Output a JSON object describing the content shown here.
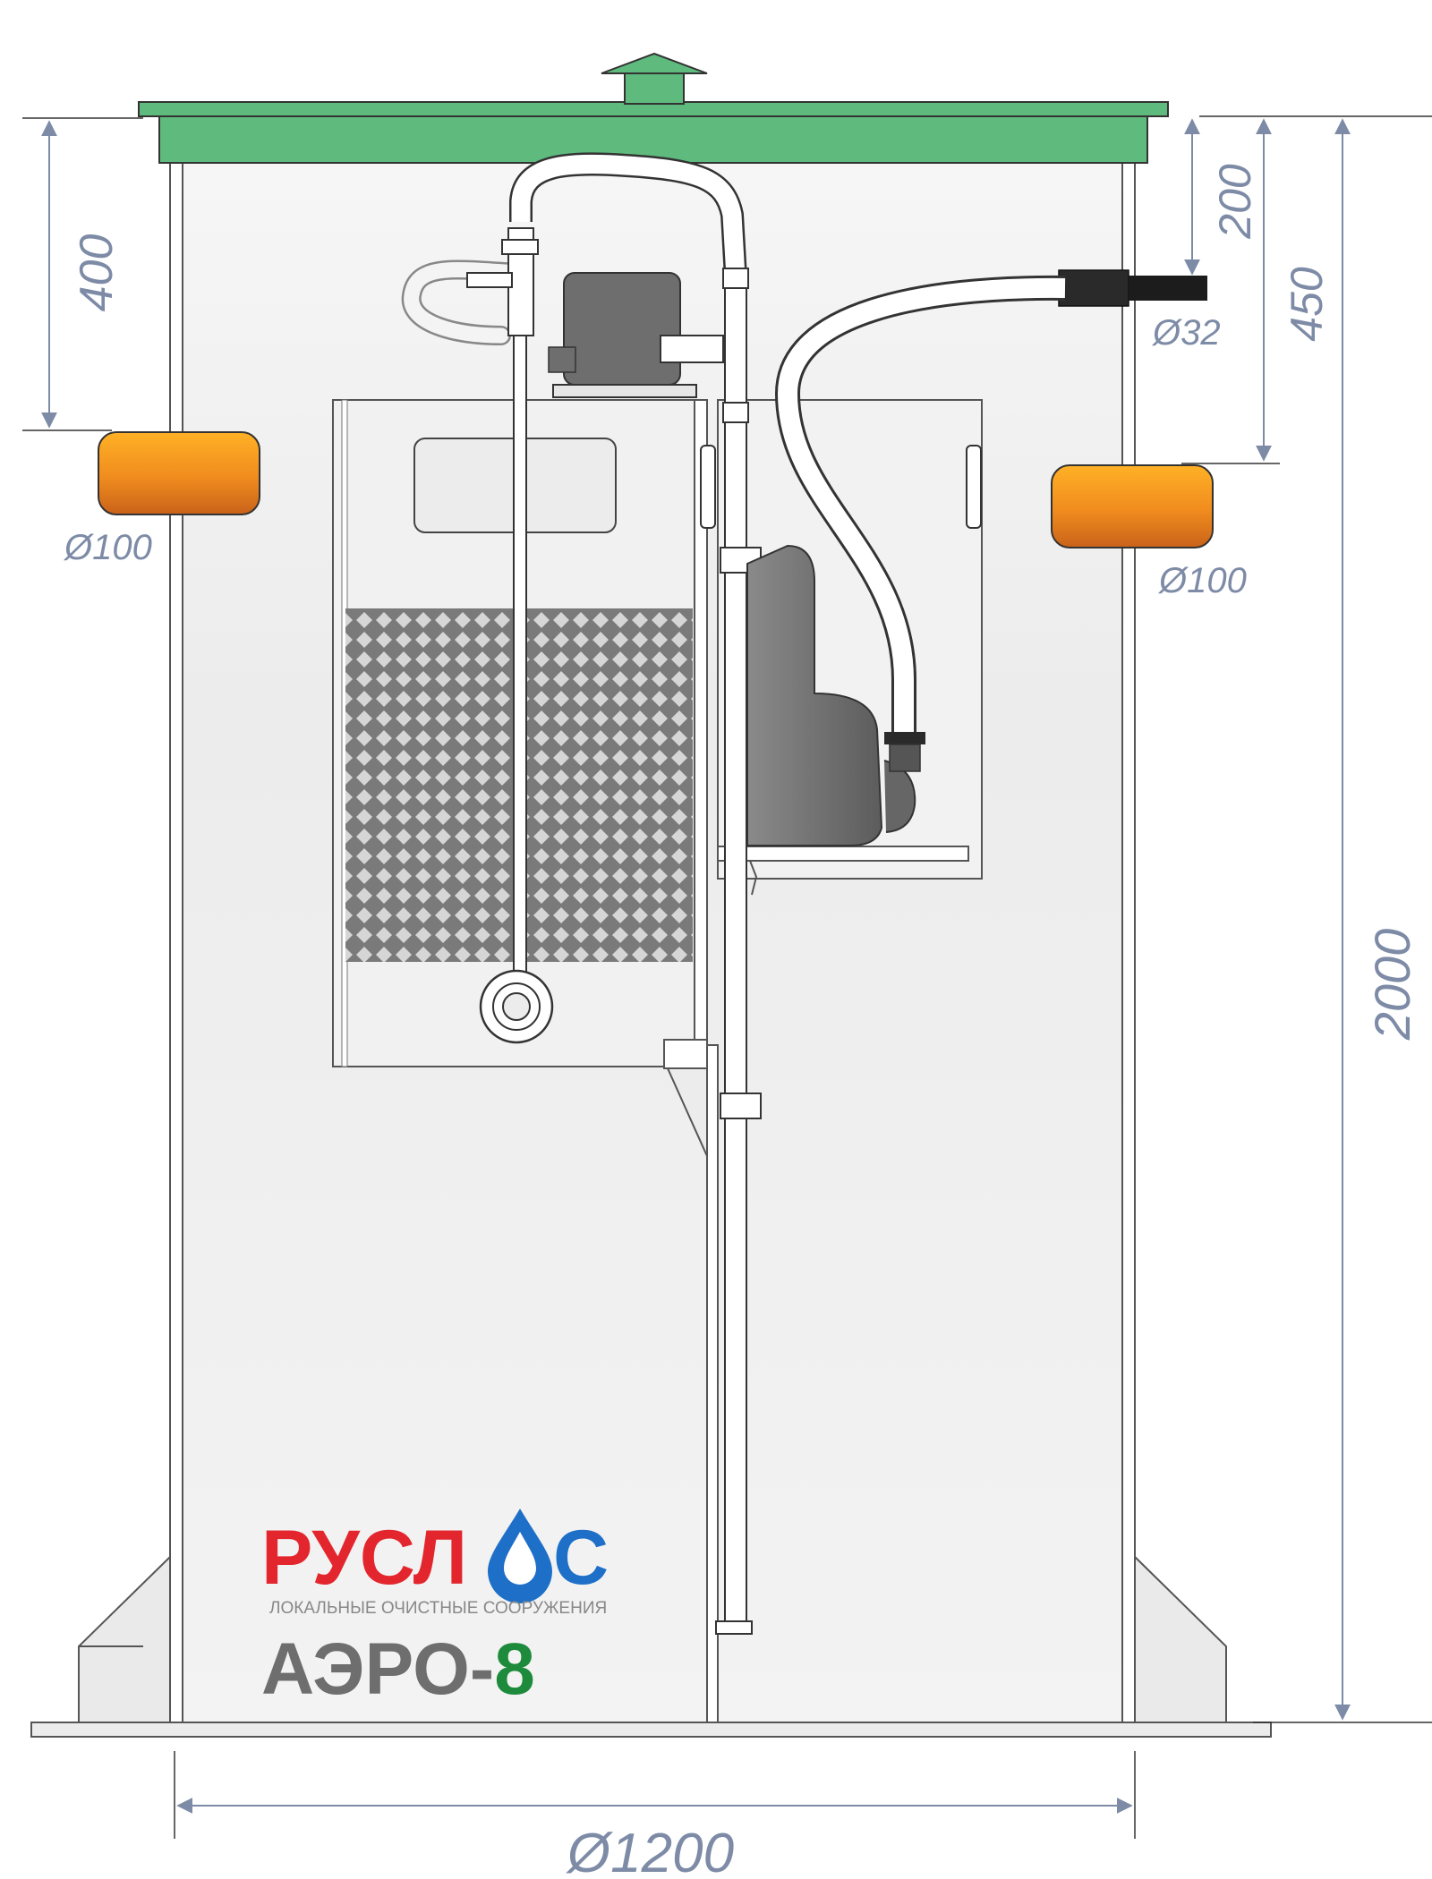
{
  "dimensions": {
    "top_inlet_depth": "400",
    "air_outlet_depth": "200",
    "outlet_depth": "450",
    "total_height": "2000",
    "inlet_diameter": "Ø100",
    "outlet_diameter": "Ø100",
    "air_outlet_diameter": "Ø32",
    "tank_diameter": "Ø1200"
  },
  "brand": {
    "name_part1": "РУСЛ",
    "name_part2": "С",
    "tagline": "ЛОКАЛЬНЫЕ ОЧИСТНЫЕ СООРУЖЕНИЯ",
    "model_prefix": "АЭРО-",
    "model_number": "8"
  },
  "colors": {
    "lid": "#5fba7d",
    "pipe": "#f08c1e",
    "dimension": "#7d8ba6",
    "brand_red": "#e3262e",
    "brand_blue": "#1e6fc8",
    "brand_green": "#1e8a3c",
    "equipment": "#6e6e6e"
  }
}
